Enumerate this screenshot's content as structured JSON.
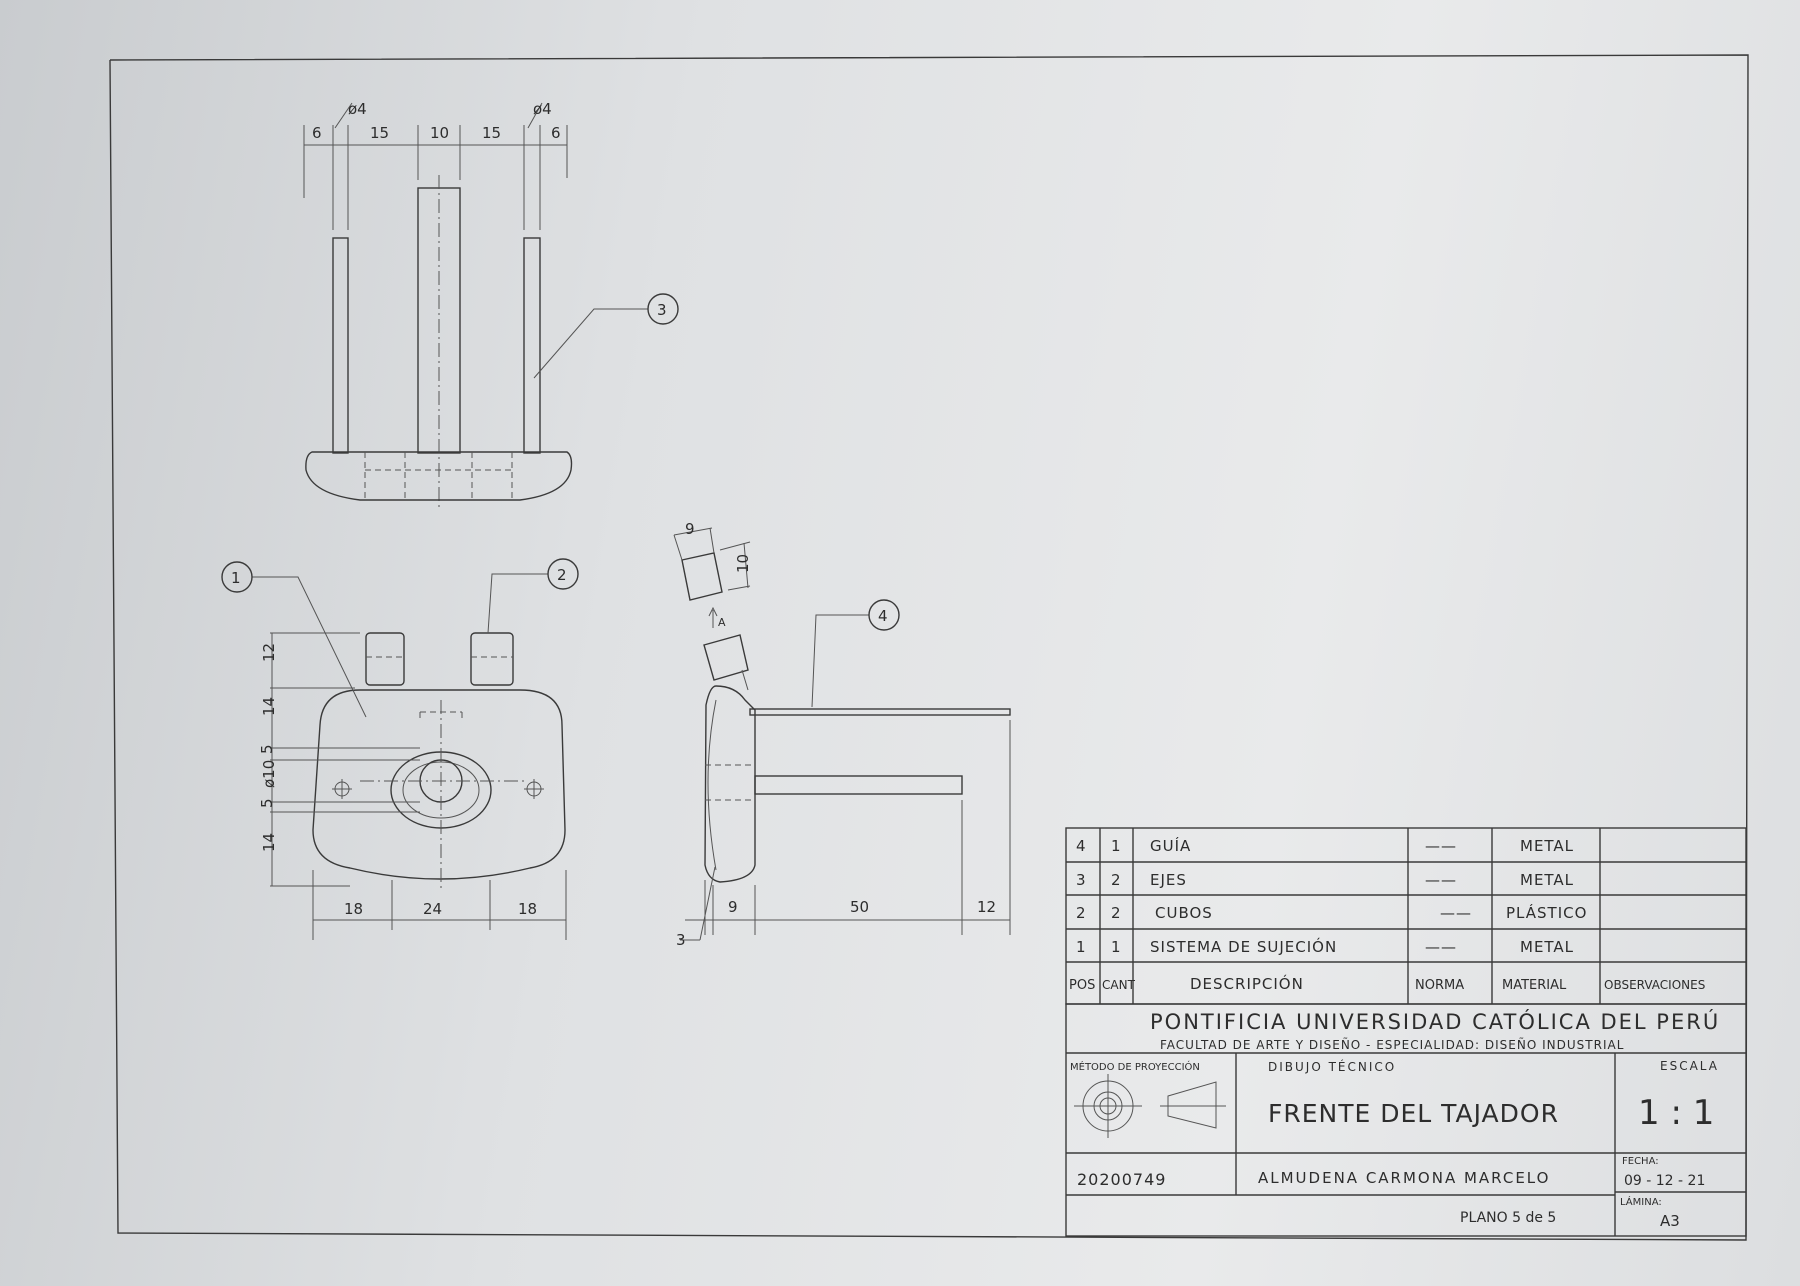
{
  "dimensions": {
    "top_view": {
      "phi_left": "ø4",
      "phi_right": "ø4",
      "d1": "6",
      "d2": "15",
      "d3": "10",
      "d4": "15",
      "d5": "6"
    },
    "front_view": {
      "v1": "12",
      "v2": "14",
      "v3": "5",
      "v4": "ø10",
      "v5": "5",
      "v6": "14",
      "h1": "18",
      "h2": "24",
      "h3": "18"
    },
    "side_view": {
      "d1": "9",
      "d2": "50",
      "d3": "12",
      "ref": "3"
    },
    "detail": {
      "w": "9",
      "h": "10",
      "arrow": "A"
    }
  },
  "balloons": {
    "b1": "1",
    "b2": "2",
    "b3": "3",
    "b4": "4"
  },
  "parts_list": {
    "rows": [
      {
        "pos": "4",
        "cant": "1",
        "desc": "GUÍA",
        "norma": "——",
        "material": "METAL",
        "obs": ""
      },
      {
        "pos": "3",
        "cant": "2",
        "desc": "EJES",
        "norma": "——",
        "material": "METAL",
        "obs": ""
      },
      {
        "pos": "2",
        "cant": "2",
        "desc": "CUBOS",
        "norma": "——",
        "material": "PLÁSTICO",
        "obs": ""
      },
      {
        "pos": "1",
        "cant": "1",
        "desc": "SISTEMA DE SUJECIÓN",
        "norma": "——",
        "material": "METAL",
        "obs": ""
      }
    ],
    "headers": {
      "pos": "POS",
      "cant": "CANT",
      "desc": "DESCRIPCIÓN",
      "norma": "NORMA",
      "material": "MATERIAL",
      "obs": "OBSERVACIONES"
    }
  },
  "title_block": {
    "university": "PONTIFICIA UNIVERSIDAD CATÓLICA DEL PERÚ",
    "faculty": "FACULTAD DE ARTE Y DISEÑO - ESPECIALIDAD: DISEÑO INDUSTRIAL",
    "method_label": "MÉTODO DE PROYECCIÓN",
    "course": "DIBUJO TÉCNICO",
    "title": "FRENTE DEL TAJADOR",
    "scale_label": "ESCALA",
    "scale": "1 : 1",
    "code": "20200749",
    "author": "ALMUDENA CARMONA MARCELO",
    "date_label": "FECHA:",
    "date": "09 - 12 - 21",
    "sheet_label": "LÁMINA:",
    "sheet": "A3",
    "plan": "PLANO 5 de 5"
  }
}
